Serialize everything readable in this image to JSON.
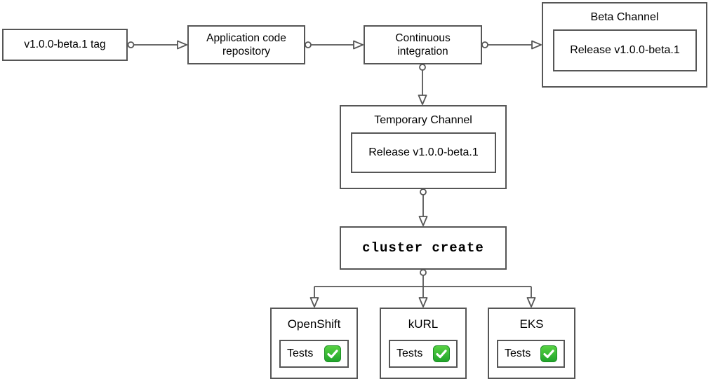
{
  "diagram": {
    "type": "flowchart",
    "nodes": {
      "version_tag": {
        "label": "v1.0.0-beta.1 tag"
      },
      "app_repo": {
        "label": "Application code repository"
      },
      "ci": {
        "label": "Continuous integration"
      },
      "beta_channel": {
        "title": "Beta Channel",
        "release_label": "Release v1.0.0-beta.1"
      },
      "temporary_channel": {
        "title": "Temporary Channel",
        "release_label": "Release v1.0.0-beta.1"
      },
      "cluster_create": {
        "label": "cluster create"
      },
      "platforms": [
        {
          "title": "OpenShift",
          "tests_label": "Tests",
          "status_icon": "check-mark-button"
        },
        {
          "title": "kURL",
          "tests_label": "Tests",
          "status_icon": "check-mark-button"
        },
        {
          "title": "EKS",
          "tests_label": "Tests",
          "status_icon": "check-mark-button"
        }
      ]
    },
    "edges": [
      {
        "from": "version_tag",
        "to": "app_repo"
      },
      {
        "from": "app_repo",
        "to": "ci"
      },
      {
        "from": "ci",
        "to": "beta_channel"
      },
      {
        "from": "ci",
        "to": "temporary_channel"
      },
      {
        "from": "temporary_channel",
        "to": "cluster_create"
      },
      {
        "from": "cluster_create",
        "to": "OpenShift"
      },
      {
        "from": "cluster_create",
        "to": "kURL"
      },
      {
        "from": "cluster_create",
        "to": "EKS"
      }
    ],
    "colors": {
      "node_border": "#565656",
      "node_fill": "#ffffff",
      "text": "#000000",
      "check_green": "#2fab2f"
    }
  }
}
